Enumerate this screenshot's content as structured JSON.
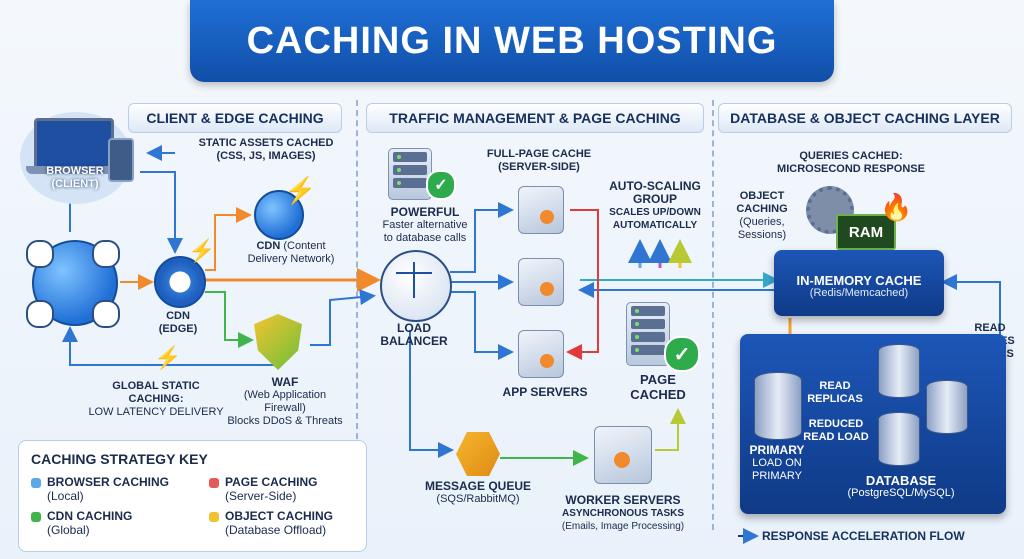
{
  "title": "CACHING IN WEB HOSTING",
  "sections": {
    "client_edge": "CLIENT & EDGE CACHING",
    "traffic": "TRAFFIC MANAGEMENT & PAGE CACHING",
    "database": "DATABASE & OBJECT CACHING LAYER"
  },
  "client": {
    "browser_line1": "BROWSER",
    "browser_line2": "(CLIENT)",
    "static_assets_line1": "STATIC ASSETS CACHED",
    "static_assets_line2": "(CSS, JS, IMAGES)",
    "cdn_title": "CDN",
    "cdn_desc1": "(Content",
    "cdn_desc2": "Delivery Network)",
    "cdn_edge_line1": "CDN",
    "cdn_edge_line2": "(EDGE)",
    "global_line1": "GLOBAL STATIC",
    "global_line2": "CACHING:",
    "global_line3": "LOW LATENCY DELIVERY",
    "waf_title": "WAF",
    "waf_line1": "(Web Application",
    "waf_line2": "Firewall)",
    "waf_line3": "Blocks DDoS & Threats"
  },
  "traffic": {
    "powerful_title": "POWERFUL",
    "powerful_line1": "Faster alternative",
    "powerful_line2": "to database calls",
    "fpc_line1": "FULL-PAGE CACHE",
    "fpc_line2": "(SERVER-SIDE)",
    "autoscale_line1": "AUTO-SCALING",
    "autoscale_line2": "GROUP",
    "autoscale_line3": "SCALES UP/DOWN",
    "autoscale_line4": "AUTOMATICALLY",
    "lb_line1": "LOAD",
    "lb_line2": "BALANCER",
    "app_servers": "APP SERVERS",
    "page_cached_line1": "PAGE",
    "page_cached_line2": "CACHED",
    "mq_line1": "MESSAGE QUEUE",
    "mq_line2": "(SQS/RabbitMQ)",
    "worker_line1": "WORKER SERVERS",
    "worker_line2": "ASYNCHRONOUS TASKS",
    "worker_line3": "(Emails, Image Processing)"
  },
  "database": {
    "queries_line1": "QUERIES CACHED:",
    "queries_line2": "MICROSECOND RESPONSE",
    "object_line1": "OBJECT",
    "object_line2": "CACHING",
    "object_line3": "(Queries,",
    "object_line4": "Sessions)",
    "ram": "RAM",
    "inmem_title": "IN-MEMORY CACHE",
    "inmem_sub": "(Redis/Memcached)",
    "read_queries_line1": "READ",
    "read_queries_line2": "QUERIES",
    "read_queries_line3": "BECR∢S",
    "read_replicas_line1": "READ",
    "read_replicas_line2": "REPLICAS",
    "reduced_line1": "REDUCED",
    "reduced_line2": "READ LOAD",
    "primary_line1": "PRIMARY",
    "primary_line2": "LOAD ON",
    "primary_line3": "PRIMARY",
    "db_title": "DATABASE",
    "db_sub": "(PostgreSQL/MySQL)",
    "flow": "RESPONSE ACCELERATION FLOW"
  },
  "key": {
    "title": "CACHING STRATEGY KEY",
    "items": [
      {
        "label": "BROWSER CACHING",
        "sub": "(Local)",
        "color": "#5aa9e6"
      },
      {
        "label": "PAGE CACHING",
        "sub": "(Server-Side)",
        "color": "#e25a5a"
      },
      {
        "label": "CDN CACHING",
        "sub": "(Global)",
        "color": "#3fb54b"
      },
      {
        "label": "OBJECT CACHING",
        "sub": "(Database Offload)",
        "color": "#f2c230"
      }
    ]
  },
  "icons": {
    "bolt": "⚡",
    "check": "✓",
    "flame": "🔥"
  }
}
